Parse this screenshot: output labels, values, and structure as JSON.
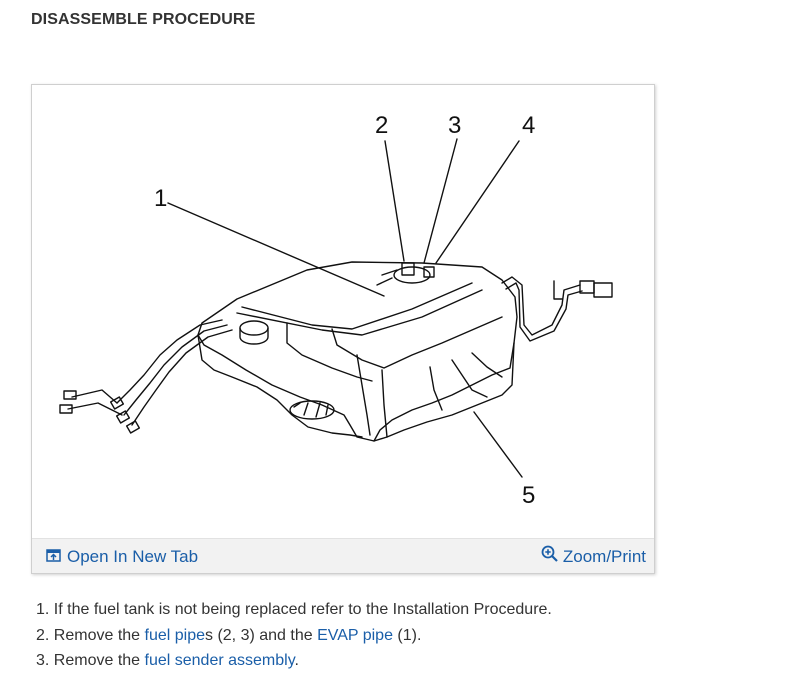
{
  "heading": "DISASSEMBLE PROCEDURE",
  "figure": {
    "callouts": [
      "1",
      "2",
      "3",
      "4",
      "5"
    ],
    "open_tab_label": "Open In New Tab",
    "open_tab_icon": "open-new-tab-icon",
    "zoom_label": "Zoom/Print",
    "zoom_icon": "magnifier-plus-icon"
  },
  "steps": [
    {
      "prefix": "1. If the fuel tank is not being replaced refer to the Installation Procedure."
    },
    {
      "prefix": "2. Remove the ",
      "link1": "fuel pipe",
      "mid1": "s (2, 3) and the ",
      "link2": "EVAP pipe",
      "suffix": " (1)."
    },
    {
      "prefix": "3. Remove the ",
      "link1": "fuel sender assembly",
      "suffix": "."
    }
  ],
  "colors": {
    "link": "#1a5ea8",
    "text": "#333333"
  }
}
